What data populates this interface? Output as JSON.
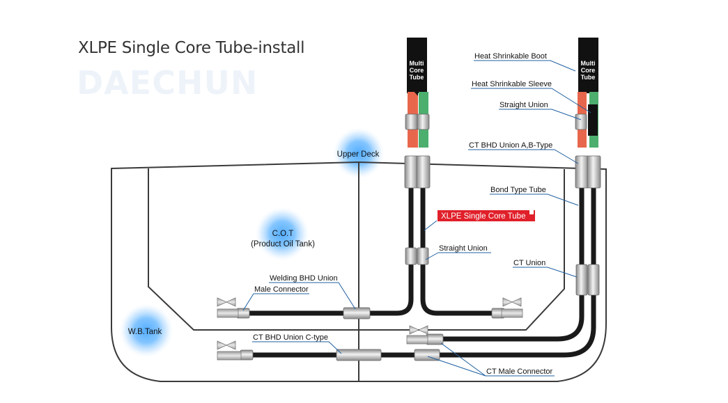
{
  "title": "XLPE Single Core Tube-install",
  "watermark": "DAECHUN",
  "zones": {
    "upper_deck": "Upper Deck",
    "cot_line1": "C.O.T",
    "cot_line2": "(Product Oil Tank)",
    "wb_tank": "W.B.Tank"
  },
  "multi_core_tube": [
    "Multi",
    "Core",
    "Tube"
  ],
  "callouts": {
    "heat_shrinkable_boot": "Heat Shrinkable Boot",
    "heat_shrinkable_sleeve": "Heat Shrinkable Sleeve",
    "straight_union_top": "Straight Union",
    "ct_bhd_union_ab": "CT BHD Union A,B-Type",
    "bond_type_tube": "Bond Type Tube",
    "xlpe_single_core_tube": "XLPE Single Core Tube",
    "straight_union_mid": "Straight Union",
    "ct_union": "CT Union",
    "welding_bhd_union": "Welding BHD Union",
    "male_connector": "Male Connector",
    "ct_bhd_union_c": "CT BHD Union C-type",
    "ct_male_connector": "CT Male Connector"
  },
  "colors": {
    "tube": "#1a1a1a",
    "red_tube": "#e8674c",
    "green_tube": "#4caf6e",
    "callout_line": "#1f5fa0",
    "hull": "#3a3a3a",
    "glow": "#4aa8ff",
    "highlight_box": "#e0202a"
  }
}
